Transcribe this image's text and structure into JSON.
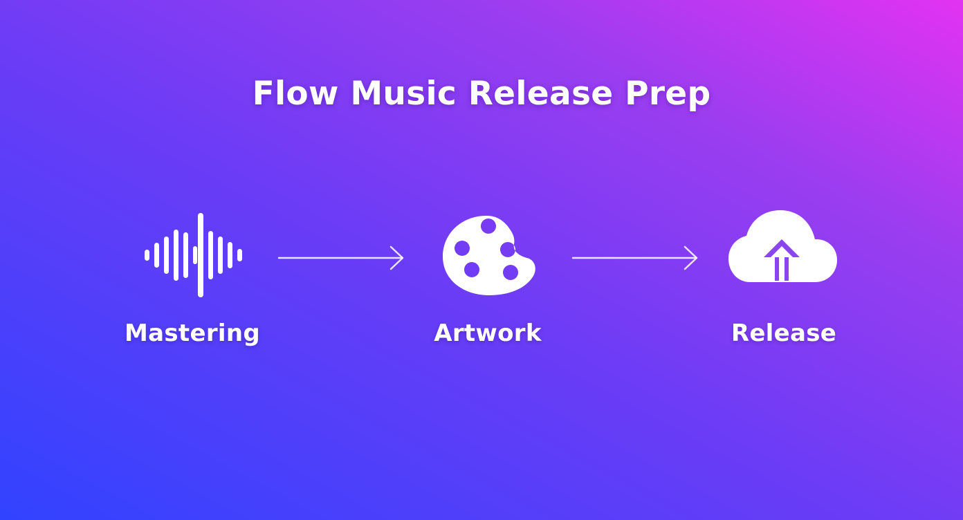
{
  "title": "Flow Music Release Prep",
  "steps": [
    {
      "label": "Mastering",
      "icon": "waveform-icon"
    },
    {
      "label": "Artwork",
      "icon": "palette-icon"
    },
    {
      "label": "Release",
      "icon": "cloud-upload-icon"
    }
  ],
  "colors": {
    "gradient_start": "#3143ff",
    "gradient_mid": "#8b3df5",
    "gradient_end": "#e233f2",
    "foreground": "#ffffff"
  }
}
